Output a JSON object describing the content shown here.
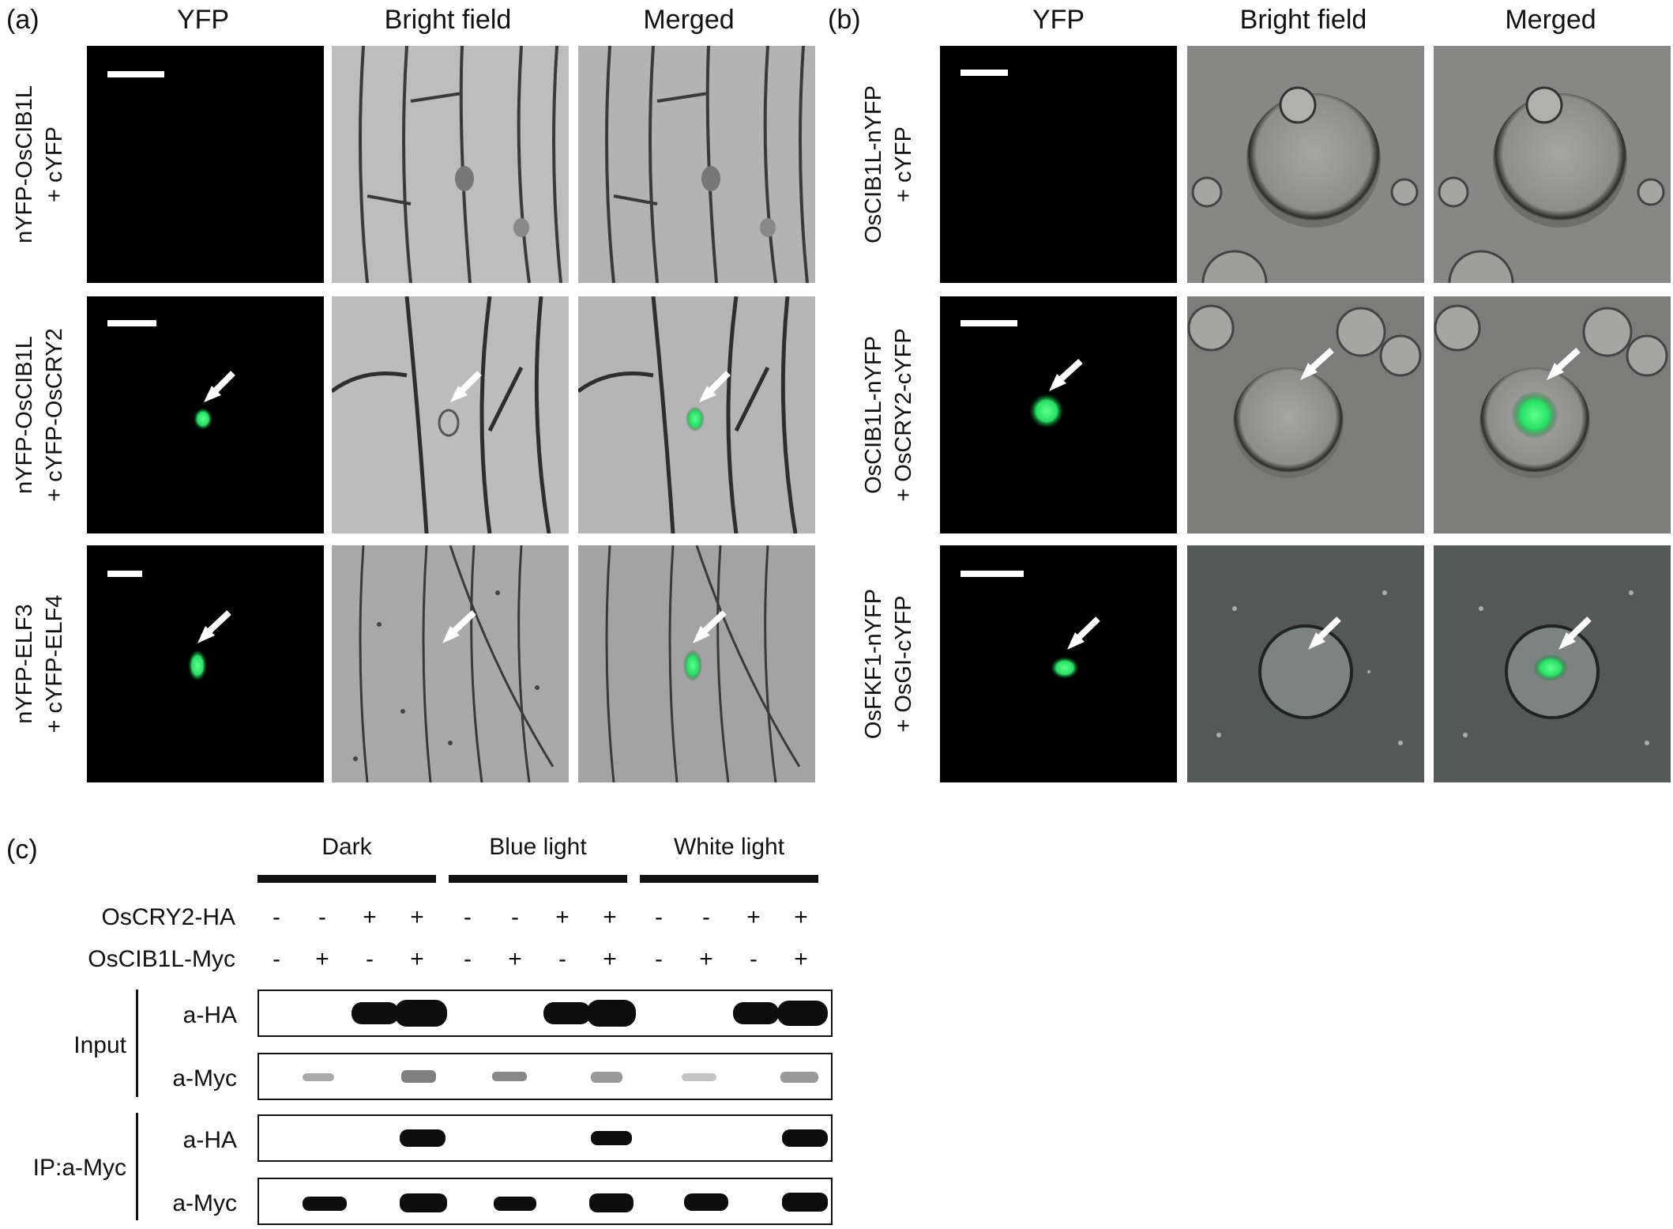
{
  "panels": {
    "a": {
      "letter": "(a)",
      "columns": [
        "YFP",
        "Bright field",
        "Merged"
      ],
      "rows": [
        {
          "line1": "nYFP-OsCIB1L",
          "line2": "+ cYFP"
        },
        {
          "line1": "nYFP-OsCIB1L",
          "line2": "+ cYFP-OsCRY2"
        },
        {
          "line1": "nYFP-ELF3",
          "line2": "+ cYFP-ELF4"
        }
      ]
    },
    "b": {
      "letter": "(b)",
      "columns": [
        "YFP",
        "Bright field",
        "Merged"
      ],
      "rows": [
        {
          "line1": "OsCIB1L-nYFP",
          "line2": "+ cYFP"
        },
        {
          "line1": "OsCIB1L-nYFP",
          "line2": "+ OsCRY2-cYFP"
        },
        {
          "line1": "OsFKF1-nYFP",
          "line2": "+ OsGI-cYFP"
        }
      ]
    },
    "c": {
      "letter": "(c)",
      "conditions": [
        "Dark",
        "Blue light",
        "White light"
      ],
      "construct_rows": [
        {
          "label": "OsCRY2-HA",
          "signs": [
            "-",
            "-",
            "+",
            "+",
            "-",
            "-",
            "+",
            "+",
            "-",
            "-",
            "+",
            "+"
          ]
        },
        {
          "label": "OsCIB1L-Myc",
          "signs": [
            "-",
            "+",
            "-",
            "+",
            "-",
            "+",
            "-",
            "+",
            "-",
            "+",
            "-",
            "+"
          ]
        }
      ],
      "groups": [
        {
          "label": "Input",
          "blots": [
            "a-HA",
            "a-Myc"
          ]
        },
        {
          "label": "IP:a-Myc",
          "blots": [
            "a-HA",
            "a-Myc"
          ]
        }
      ]
    }
  },
  "colors": {
    "fluorescence": "#2ee86a",
    "bright_field": "#8a8a8a",
    "protoplast_bg": "#7f7f7d",
    "blot_band": "#0d0d0d"
  }
}
